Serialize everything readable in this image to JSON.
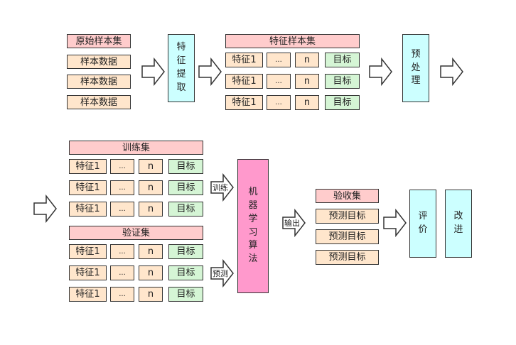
{
  "top": {
    "raw_set_title": "原始样本集",
    "raw_rows": [
      "样本数据",
      "样本数据",
      "样本数据"
    ],
    "feature_extract": [
      "特",
      "征",
      "提",
      "取"
    ],
    "feature_set_title": "特征样本集",
    "feature_rows": [
      {
        "feature": "特征1",
        "dots": "...",
        "n": "n",
        "target": "目标"
      },
      {
        "feature": "特征1",
        "dots": "...",
        "n": "n",
        "target": "目标"
      },
      {
        "feature": "特征1",
        "dots": "...",
        "n": "n",
        "target": "目标"
      }
    ],
    "preprocess": [
      "预",
      "处",
      "理"
    ]
  },
  "bottom": {
    "train_set_title": "训练集",
    "train_rows": [
      {
        "feature": "特征1",
        "dots": "...",
        "n": "n",
        "target": "目标"
      },
      {
        "feature": "特征1",
        "dots": "...",
        "n": "n",
        "target": "目标"
      },
      {
        "feature": "特征1",
        "dots": "...",
        "n": "n",
        "target": "目标"
      }
    ],
    "validation_set_title": "验证集",
    "validation_rows": [
      {
        "feature": "特征1",
        "dots": "...",
        "n": "n",
        "target": "目标"
      },
      {
        "feature": "特征1",
        "dots": "...",
        "n": "n",
        "target": "目标"
      },
      {
        "feature": "特征1",
        "dots": "...",
        "n": "n",
        "target": "目标"
      }
    ],
    "train_arrow_label": "训练",
    "predict_arrow_label": "预测",
    "algorithm": [
      "机",
      "器",
      "学",
      "习",
      "算",
      "法"
    ],
    "output_arrow_label": "输出",
    "acceptance_set_title": "验收集",
    "prediction_rows": [
      "预测目标",
      "预测目标",
      "预测目标"
    ],
    "evaluate": [
      "评",
      "价"
    ],
    "improve": [
      "改",
      "进"
    ]
  },
  "colors": {
    "header_pink": "#ffcccc",
    "cell_peach": "#ffe6cc",
    "target_green": "#d5f5d5",
    "process_cyan": "#ccffff",
    "algorithm_magenta": "#ff99cc"
  }
}
